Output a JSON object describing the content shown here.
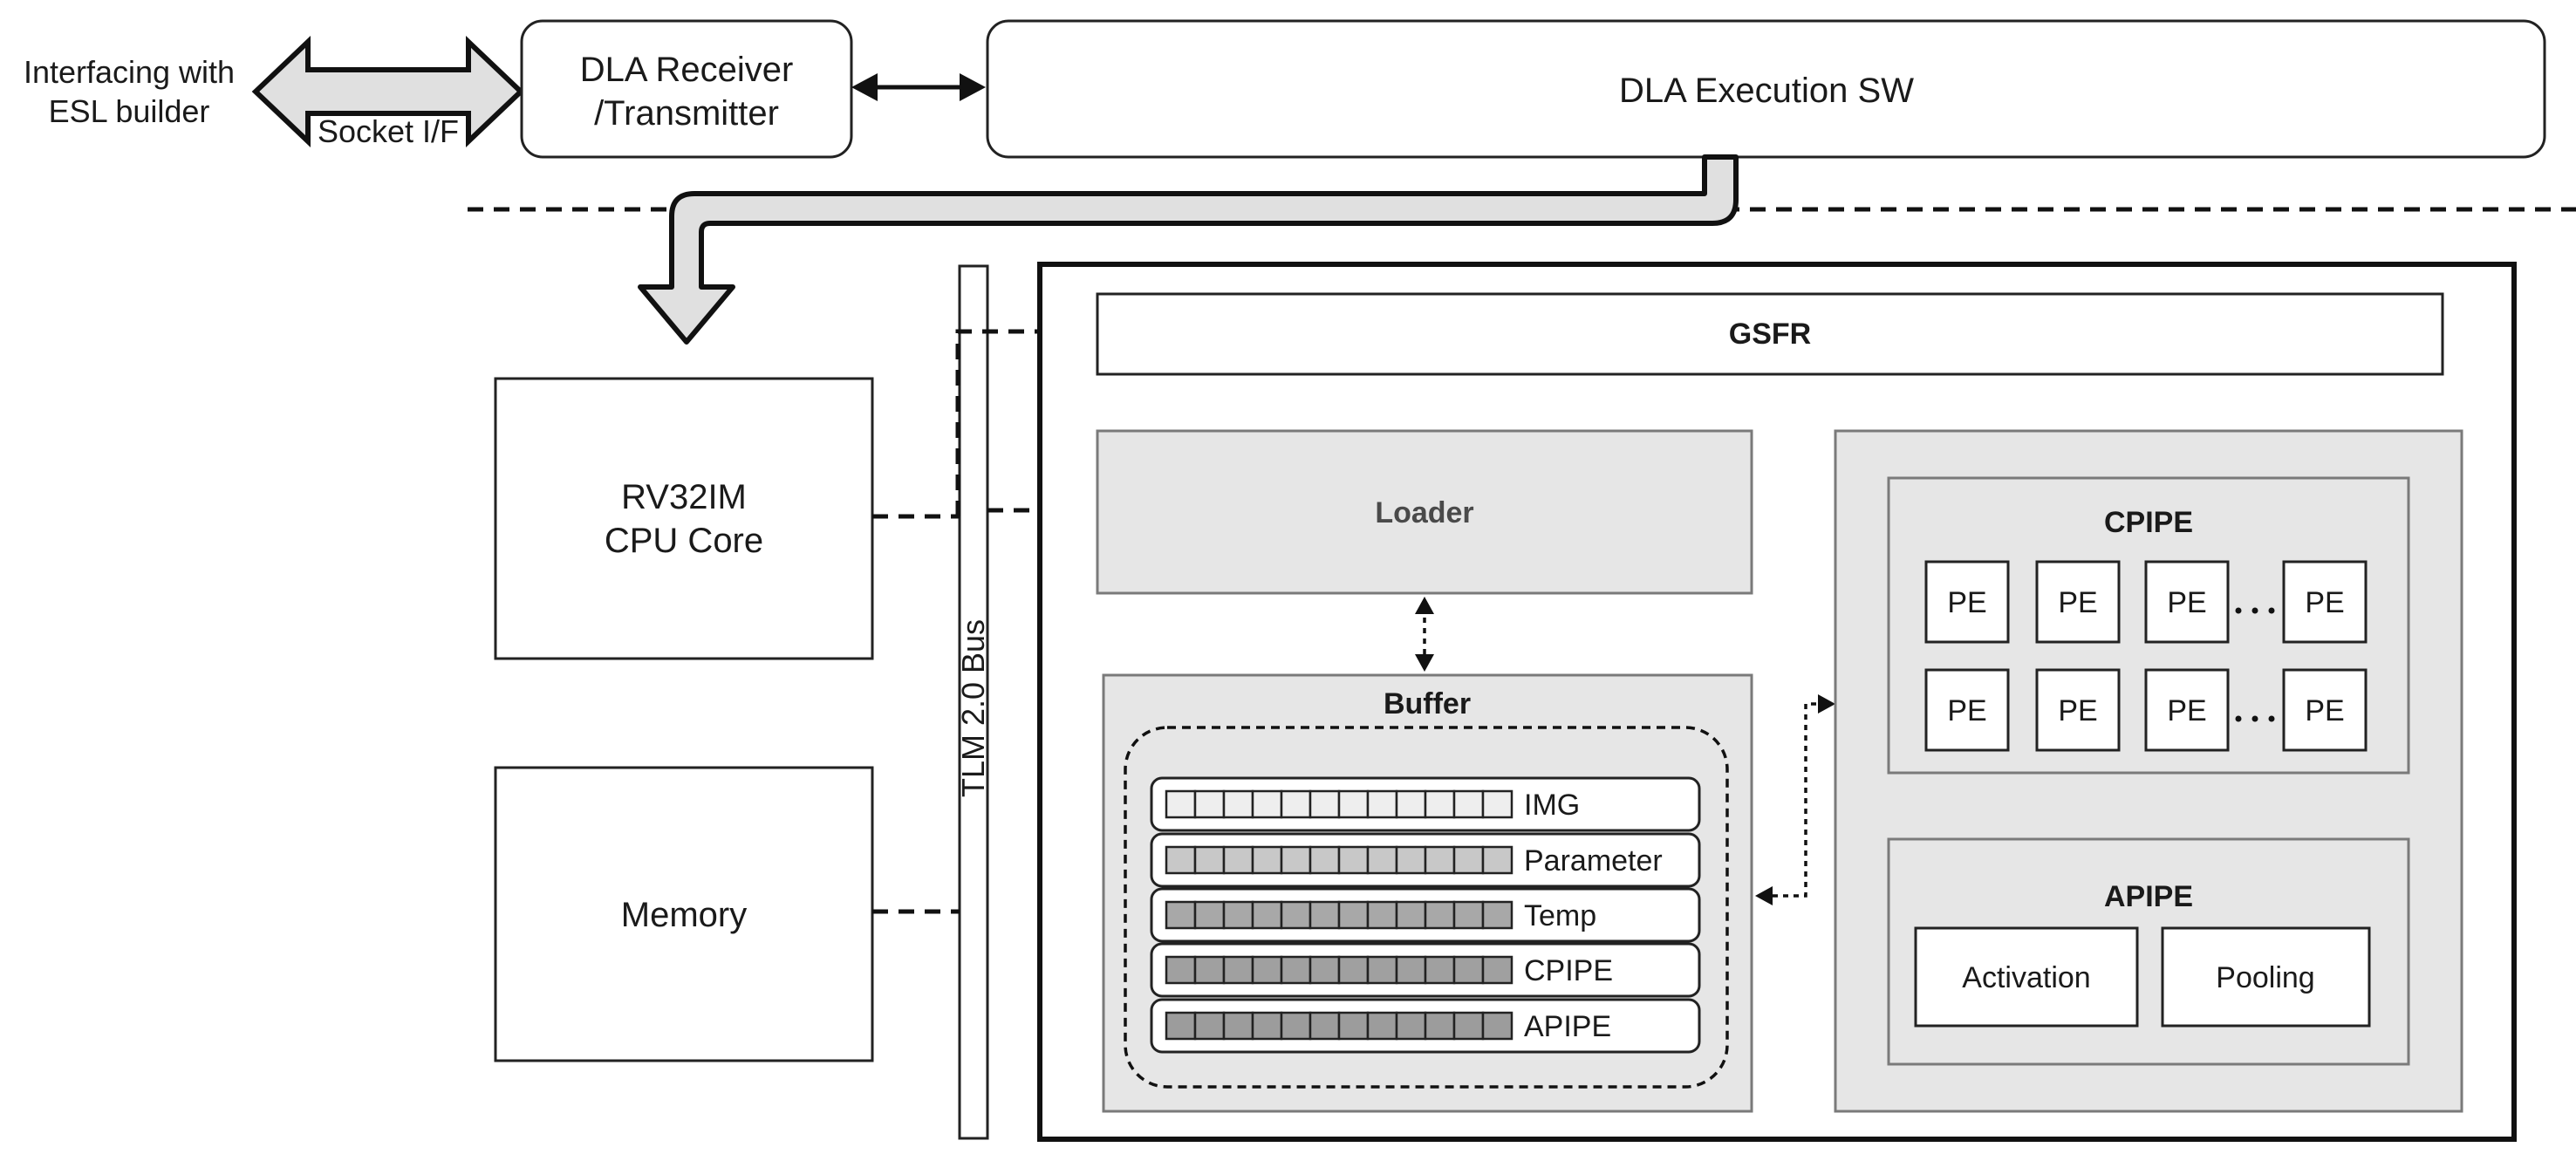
{
  "header": {
    "interfacing_line1": "Interfacing with",
    "interfacing_line2": "ESL builder",
    "socket": "Socket I/F",
    "receiver_line1": "DLA Receiver",
    "receiver_line2": "/Transmitter",
    "execution": "DLA Execution SW"
  },
  "host": {
    "cpu_line1": "RV32IM",
    "cpu_line2": "CPU Core",
    "memory": "Memory",
    "bus": "TLM 2.0 Bus"
  },
  "dla": {
    "gsfr": "GSFR",
    "loader": "Loader",
    "buffer": "Buffer",
    "buffers": [
      "IMG",
      "Parameter",
      "Temp",
      "CPIPE",
      "APIPE"
    ],
    "cpipe": "CPIPE",
    "pe": "PE",
    "apipe": "APIPE",
    "activation": "Activation",
    "pooling": "Pooling"
  },
  "colors": {
    "module_fill": "#e6e6e6",
    "cell_fills": [
      "#eeeeee",
      "#c8c8c8",
      "#a8a8a8",
      "#a0a0a0",
      "#9c9c9c"
    ]
  }
}
